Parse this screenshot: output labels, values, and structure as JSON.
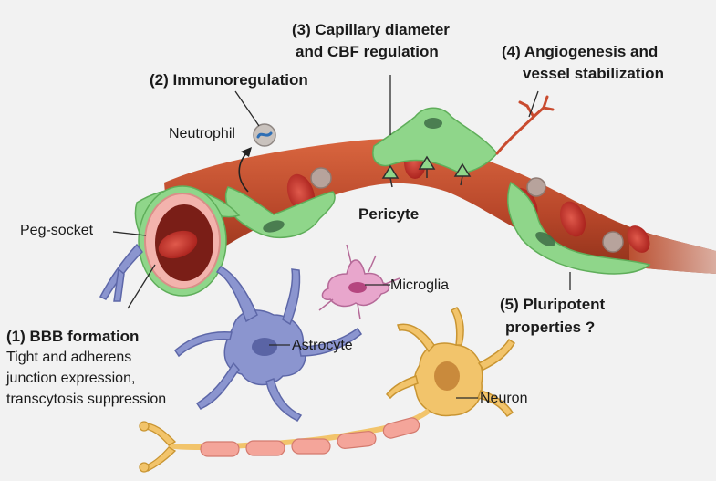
{
  "labels": {
    "capillary_1": "(3) Capillary diameter",
    "capillary_2": "and CBF regulation",
    "angio_1": "(4) Angiogenesis and",
    "angio_2": "vessel stabilization",
    "immuno": "(2) Immunoregulation",
    "neutrophil": "Neutrophil",
    "peg_socket": "Peg-socket",
    "pericyte": "Pericyte",
    "microglia": "Microglia",
    "pluri_1": "(5) Pluripotent",
    "pluri_2": "properties ?",
    "bbb_title": "(1) BBB formation",
    "bbb_1": "Tight and adherens",
    "bbb_2": "junction expression,",
    "bbb_3": "transcytosis suppression",
    "astrocyte": "Astrocyte",
    "neuron": "Neuron"
  },
  "colors": {
    "background": "#f2f2f2",
    "vessel": "#b94a2c",
    "pericyte": "#8fd68a",
    "red_cell": "#c8322a",
    "endothelium": "#f3b3ad",
    "astrocyte": "#8b95cf",
    "microglia": "#e8a6cc",
    "neuron": "#f2c46b",
    "myelin": "#f4a59a"
  }
}
